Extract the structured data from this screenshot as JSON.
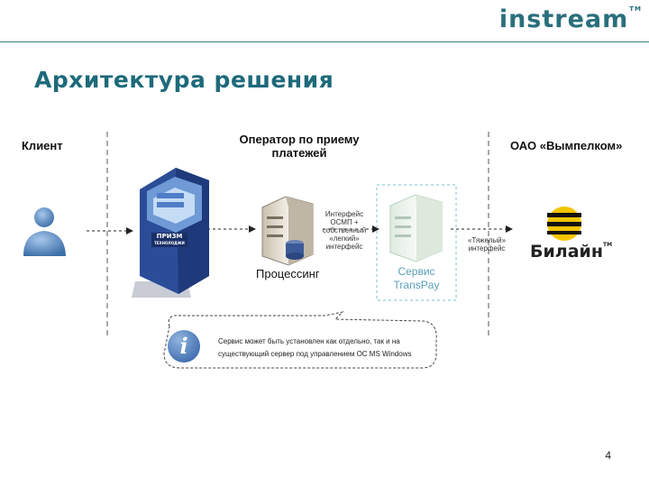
{
  "logo": {
    "text": "instream",
    "tm": "TM"
  },
  "title": "Архитектура решения",
  "labels": {
    "client": "Клиент",
    "operator_line1": "Оператор по приему",
    "operator_line2": "платежей",
    "oao": "ОАО «Вымпелком»"
  },
  "processing": "Процессинг",
  "light_interface": [
    "Интерфейс",
    "ОСМП +",
    "собственный",
    "«легкий»",
    "интерфейс"
  ],
  "service": {
    "line1": "Сервис",
    "line2": "TransPay"
  },
  "heavy_interface": [
    "«Тяжелый»",
    "интерфейс"
  ],
  "kiosk": {
    "brand_line1": "ПРИЗМ",
    "brand_line2": "ТЕХНОЛОДЖИ"
  },
  "beeline": {
    "text": "Билайн",
    "tm": "TM"
  },
  "info": {
    "icon_glyph": "i",
    "line1": "Сервис может быть установлен как отдельно, так и на",
    "line2": "существующий сервер под управлением ОС MS Windows"
  },
  "page_number": "4",
  "colors": {
    "brand": "#1d6a7a",
    "service": "#5aa0b8",
    "kiosk": "#2a4fa0",
    "beeline_yellow": "#f5c400"
  }
}
